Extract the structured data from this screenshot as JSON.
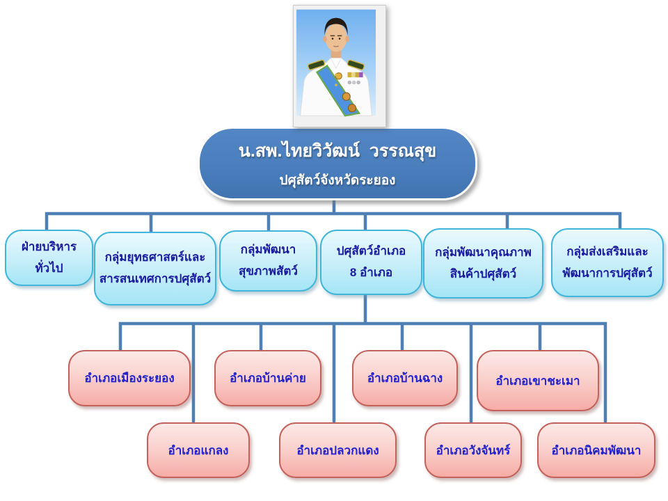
{
  "org": {
    "root": {
      "name": "น.สพ.ไทยวิวัฒน์  วรรณสุข",
      "title": "ปศุสัตว์จังหวัดระยอง"
    },
    "departments": [
      {
        "line1": "ฝ่ายบริหาร",
        "line2": "ทั่วไป"
      },
      {
        "line1": "กลุ่มยุทธศาสตร์และ",
        "line2": "สารสนเทศการปศุสัตว์"
      },
      {
        "line1": "กลุ่มพัฒนา",
        "line2": "สุขภาพสัตว์"
      },
      {
        "line1": "ปศุสัตว์อำเภอ",
        "line2": "8 อำเภอ"
      },
      {
        "line1": "กลุ่มพัฒนาคุณภาพ",
        "line2": "สินค้าปศุสัตว์"
      },
      {
        "line1": "กลุ่มส่งเสริมและ",
        "line2": "พัฒนาการปศุสัตว์"
      }
    ],
    "districts_row1": [
      {
        "label": "อำเภอเมืองระยอง"
      },
      {
        "label": "อำเภอบ้านค่าย"
      },
      {
        "label": "อำเภอบ้านฉาง"
      },
      {
        "label": "อำเภอเขาชะเมา"
      }
    ],
    "districts_row2": [
      {
        "label": "อำเภอแกลง"
      },
      {
        "label": "อำเภอปลวกแดง"
      },
      {
        "label": "อำเภอวังจันทร์"
      },
      {
        "label": "อำเภอนิคมพัฒนา"
      }
    ]
  },
  "colors": {
    "root_box_fill": "#4a7ebc",
    "root_text": "#ffffff",
    "department_box_top": "#e9f9fe",
    "department_box_bottom": "#a5e5f6",
    "department_border": "#3fb6d9",
    "department_text": "#1b1b9e",
    "district_box_top": "#fce9e7",
    "district_box_bottom": "#f6aca6",
    "district_border": "#c4615b",
    "district_text": "#2222cc",
    "connector": "#4e7fb5"
  }
}
